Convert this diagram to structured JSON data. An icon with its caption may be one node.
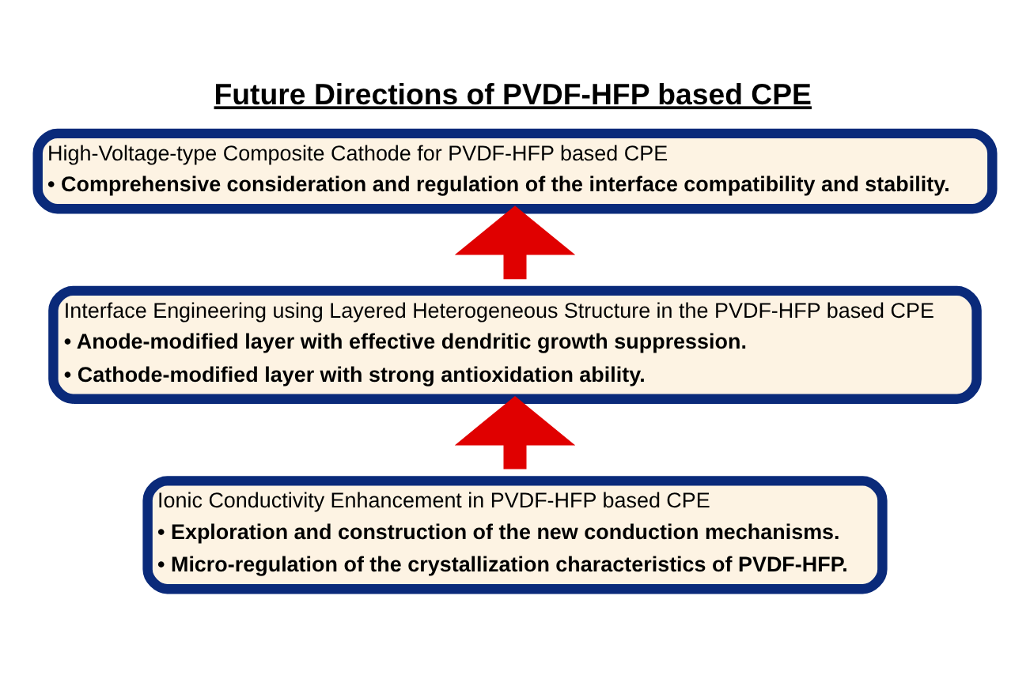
{
  "diagram": {
    "title": "Future Directions of PVDF-HFP based CPE",
    "nodes": [
      {
        "text": [
          "High-Voltage-type Composite Cathode for PVDF-HFP based CPE",
          "• Comprehensive consideration and regulation of the interface compatibility and stability."
        ]
      },
      {
        "text": [
          "Interface Engineering using Layered Heterogeneous Structure in the PVDF-HFP based CPE",
          "• Anode-modified layer with effective dendritic growth suppression.",
          "• Cathode-modified layer with strong antioxidation ability."
        ]
      },
      {
        "text": [
          "Ionic Conductivity Enhancement in PVDF-HFP based CPE",
          "• Exploration and construction of the new conduction mechanisms.",
          "• Micro-regulation of the crystallization characteristics of PVDF-HFP."
        ]
      }
    ],
    "edges": [
      {
        "from": 2,
        "to": 1,
        "arrow": "to"
      },
      {
        "from": 1,
        "to": 0,
        "arrow": "to"
      }
    ]
  }
}
